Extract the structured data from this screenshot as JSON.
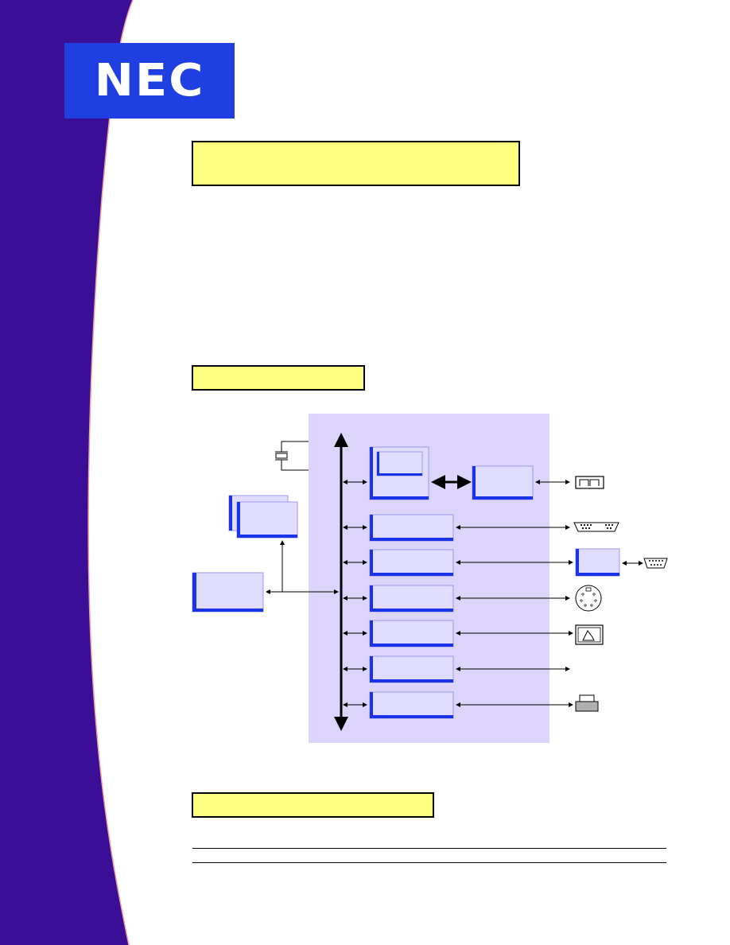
{
  "logo": {
    "text": "NEC"
  },
  "title_box": {
    "text": ""
  },
  "section1_box": {
    "text": ""
  },
  "section2_box": {
    "text": ""
  },
  "colors": {
    "sidebar": "#3a0e96",
    "sidebar_edge": "#f0a0a0",
    "logo_bg": "#1f3fe0",
    "callout_fill": "#ffff80",
    "diagram_bg": "#dcd4fa",
    "block_fill": "#dfdcfe",
    "block_edge": "#1a33e6"
  },
  "diagram": {
    "internal_blocks": [
      "ram-block",
      "timer-block",
      "serial-block",
      "ps2-block",
      "display-block",
      "io-block",
      "keyboard-block"
    ],
    "external_icons": [
      "connector-icon",
      "serial-port-icon",
      "db9-port-icon",
      "mini-din-icon",
      "monitor-icon",
      "keyboard-key-icon"
    ]
  }
}
